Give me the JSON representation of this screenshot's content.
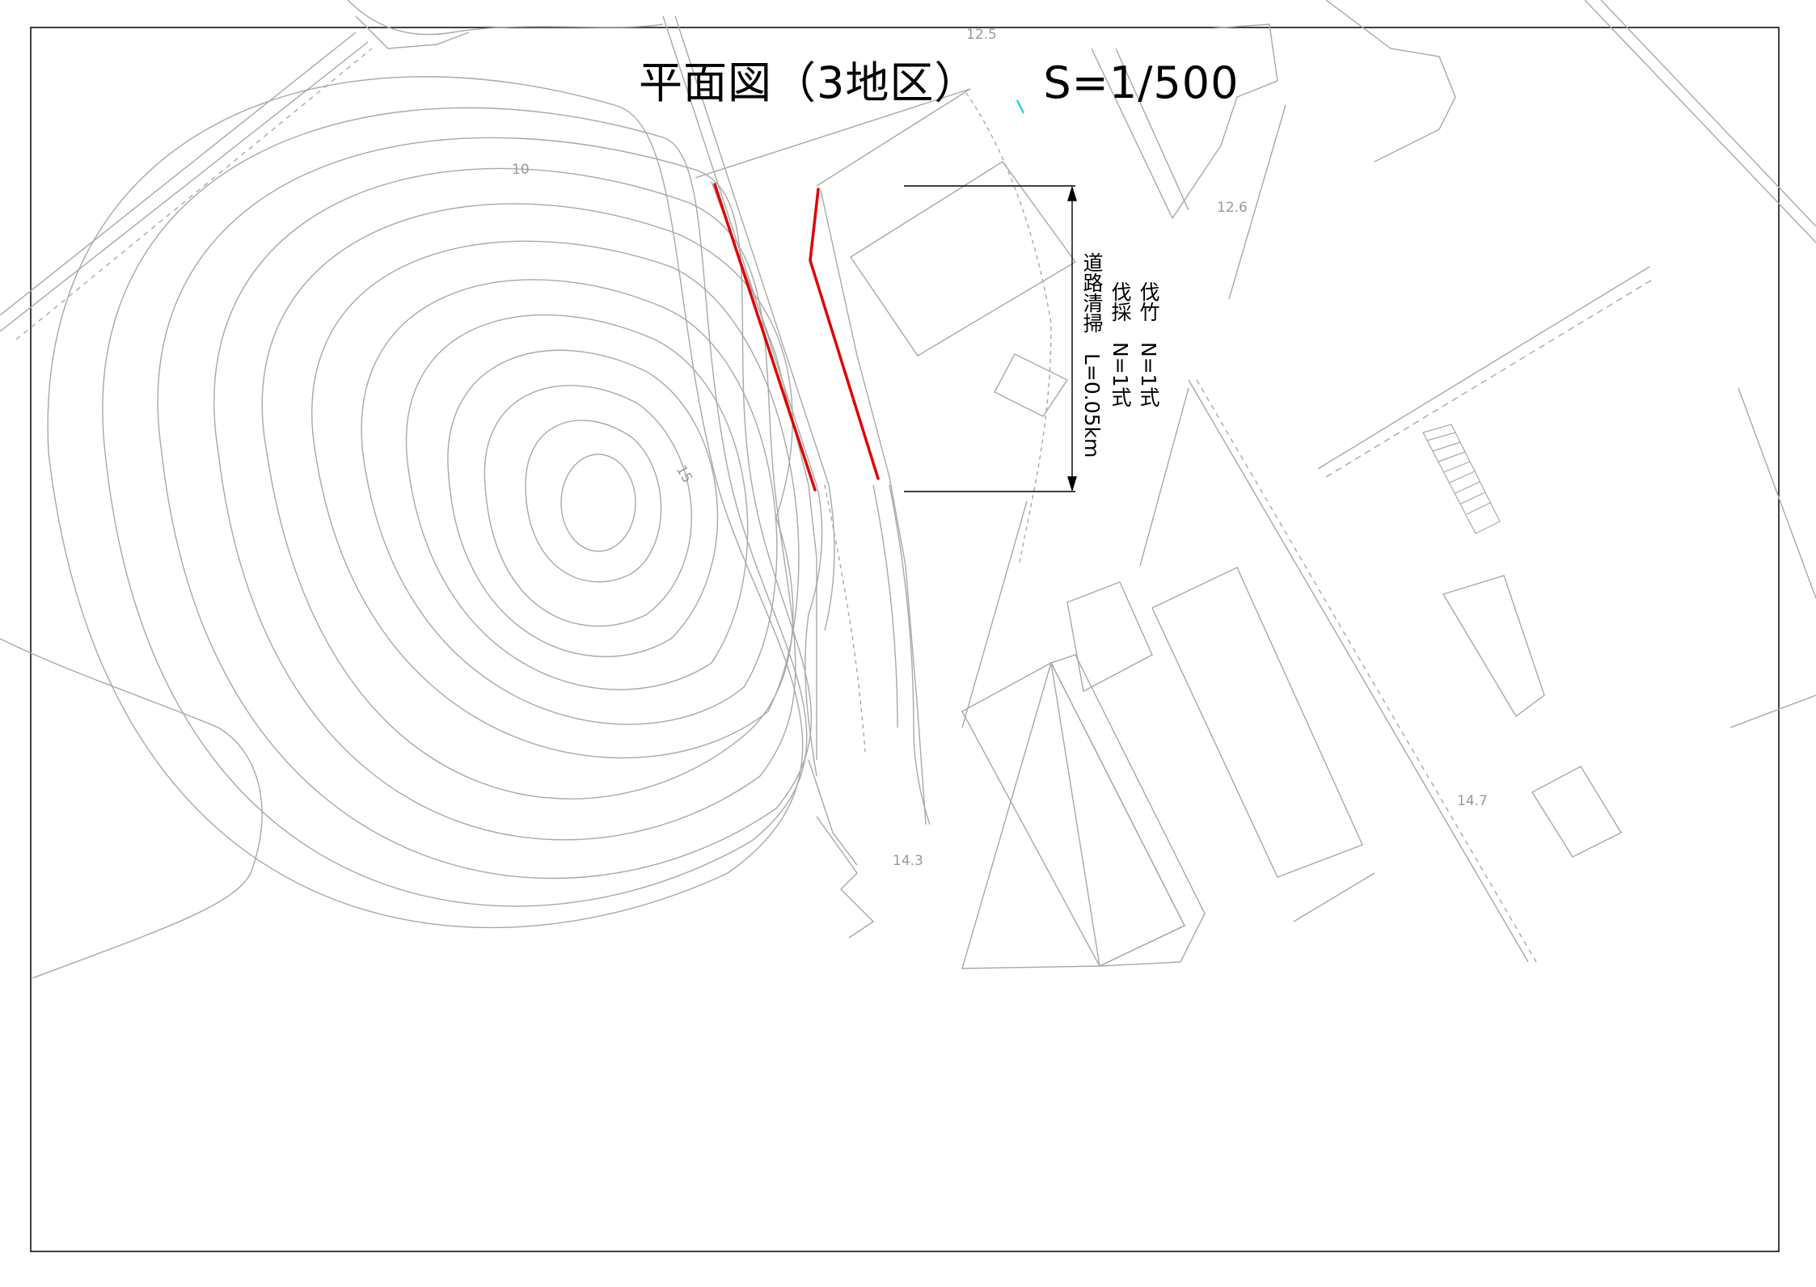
{
  "title": {
    "main": "平面図（3地区）",
    "scale": "S=1/500"
  },
  "annotation": {
    "line1": "伐竹　N=1式",
    "line2": "伐採　N=1式",
    "line3": "道路清掃　L=0.05km"
  },
  "contour_labels": [
    "10",
    "15"
  ],
  "spot_elevations": [
    "12.5",
    "12.6",
    "14.3",
    "14.7"
  ],
  "colors": {
    "work_line": "#e00000",
    "base_map": "#9a9a9a",
    "frame": "#000000",
    "dimension": "#000000"
  }
}
